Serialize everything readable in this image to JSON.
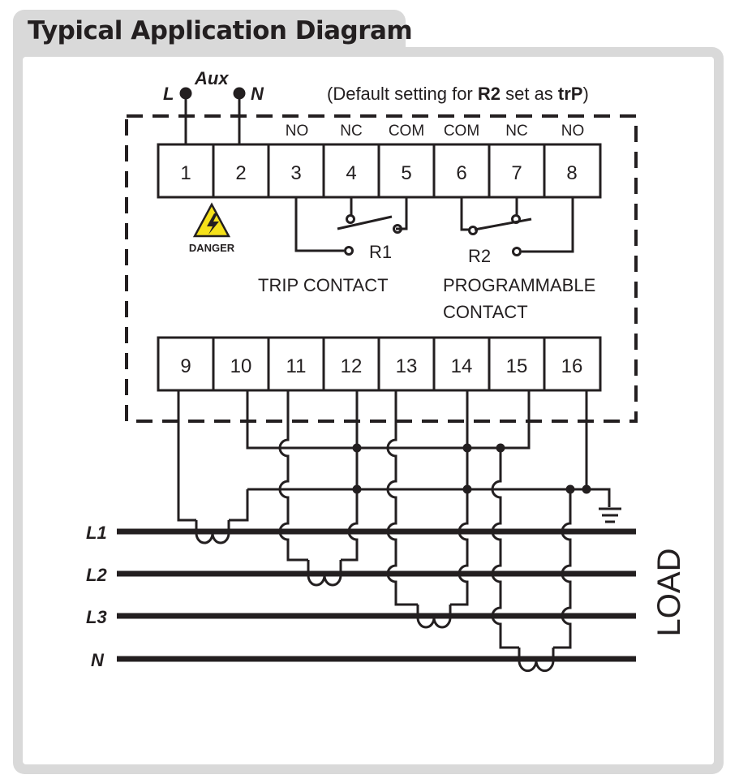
{
  "title": "Typical Application Diagram",
  "aux_supply": {
    "label": "Aux",
    "l": "L",
    "n": "N"
  },
  "note": {
    "prefix": "(Default setting for ",
    "r2": "R2",
    "mid": " set as ",
    "mode": "trP",
    "suffix": ")"
  },
  "top_terminals": [
    "1",
    "2",
    "3",
    "4",
    "5",
    "6",
    "7",
    "8"
  ],
  "relay_labels": [
    "NO",
    "NC",
    "COM",
    "COM",
    "NC",
    "NO"
  ],
  "relays": [
    "R1",
    "R2"
  ],
  "danger": "DANGER",
  "contacts": {
    "trip": "TRIP CONTACT",
    "programmable_1": "PROGRAMMABLE",
    "programmable_2": "CONTACT"
  },
  "bottom_terminals": [
    "9",
    "10",
    "11",
    "12",
    "13",
    "14",
    "15",
    "16"
  ],
  "lines": [
    "L1",
    "L2",
    "L3",
    "N"
  ],
  "load": "LOAD",
  "colors": {
    "panel": "#d9d9d9",
    "wire": "#231f20",
    "danger_yellow": "#f5e11a"
  }
}
